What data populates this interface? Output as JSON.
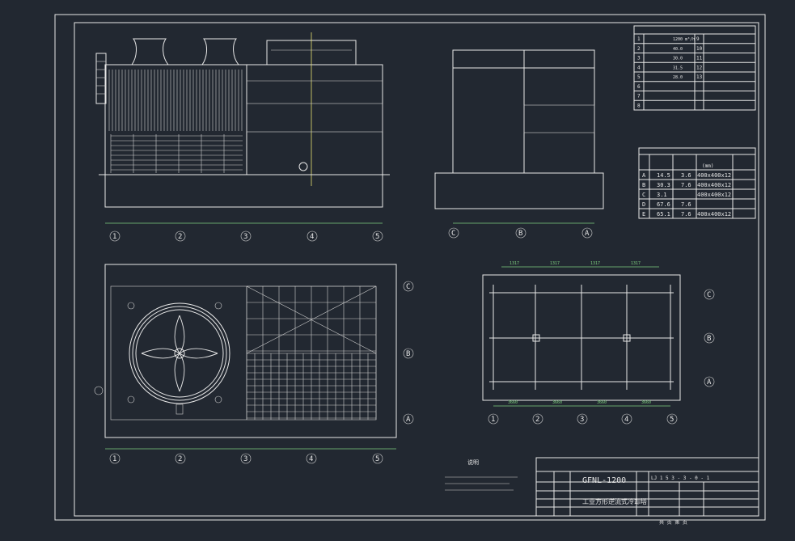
{
  "title_block": {
    "model": "GFNL-1200",
    "name": "工业方形逆流式冷却塔",
    "drawing_no": "LJ 1 5 3 - 3 - 0 - 1",
    "sign_row": "共  页   第  页"
  },
  "axis_labels": [
    "1",
    "2",
    "3",
    "4",
    "5",
    "A",
    "B",
    "C"
  ],
  "param_table": {
    "rows": [
      "1",
      "2",
      "3",
      "4",
      "5",
      "6",
      "7",
      "8"
    ],
    "rows_right": [
      "9",
      "10",
      "11",
      "12",
      "13"
    ],
    "values": [
      "1200 m³/h",
      "40.0",
      "30.0",
      "31.5",
      "28.0",
      "",
      "",
      "",
      "",
      "",
      ""
    ]
  },
  "data_table": {
    "rows": [
      {
        "id": "A",
        "c1": "14.5",
        "c2": "3.6",
        "c3": "400x400x12"
      },
      {
        "id": "B",
        "c1": "30.3",
        "c2": "7.6",
        "c3": "400x400x12"
      },
      {
        "id": "C",
        "c1": "3.1",
        "c2": "",
        "c3": "400x400x12"
      },
      {
        "id": "D",
        "c1": "67.6",
        "c2": "7.6",
        "c3": ""
      },
      {
        "id": "E",
        "c1": "65.1",
        "c2": "7.6",
        "c3": "400x400x12"
      }
    ],
    "unit_label": "(mm)"
  },
  "dims": {
    "top": [
      "1317",
      "1317",
      "1317",
      "1317"
    ],
    "bottom": [
      "3660",
      "3660",
      "3660",
      "3660"
    ]
  },
  "notes_title": "说明",
  "colors": {
    "background": "#222831",
    "lines": "#e8e8e8",
    "green": "#7fcf7f",
    "cyan": "#8fe0e0",
    "yellow": "#e8e070",
    "red": "#e06060"
  }
}
